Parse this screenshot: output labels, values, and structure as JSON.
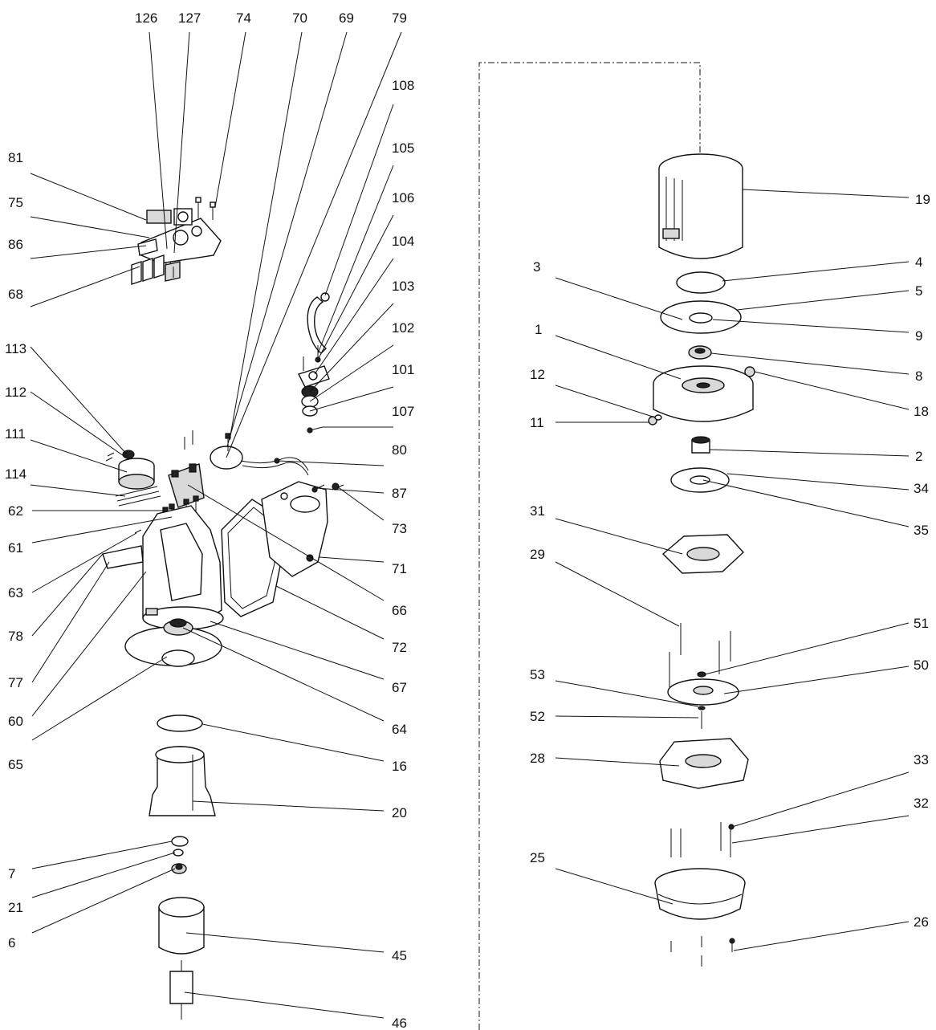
{
  "labels": {
    "l126": "126",
    "l127": "127",
    "l74": "74",
    "l70": "70",
    "l69": "69",
    "l79": "79",
    "l108": "108",
    "l105": "105",
    "l106": "106",
    "l104": "104",
    "l103": "103",
    "l102": "102",
    "l101": "101",
    "l107": "107",
    "l80": "80",
    "l87": "87",
    "l73": "73",
    "l71": "71",
    "l66": "66",
    "l72": "72",
    "l67": "67",
    "l64": "64",
    "l16": "16",
    "l20": "20",
    "l45": "45",
    "l46": "46",
    "l81": "81",
    "l75": "75",
    "l86": "86",
    "l68": "68",
    "l113": "113",
    "l112": "112",
    "l111": "111",
    "l114": "114",
    "l62": "62",
    "l61": "61",
    "l63": "63",
    "l78": "78",
    "l77": "77",
    "l60": "60",
    "l65": "65",
    "l7": "7",
    "l21": "21",
    "l6": "6",
    "l19": "19",
    "l4": "4",
    "l5": "5",
    "l9": "9",
    "l8": "8",
    "l18": "18",
    "l2": "2",
    "l34": "34",
    "l35": "35",
    "l51": "51",
    "l50": "50",
    "l33": "33",
    "l32": "32",
    "l26": "26",
    "l3": "3",
    "l1": "1",
    "l12": "12",
    "l11": "11",
    "l31": "31",
    "l29": "29",
    "l53": "53",
    "l52": "52",
    "l28": "28",
    "l25": "25"
  }
}
